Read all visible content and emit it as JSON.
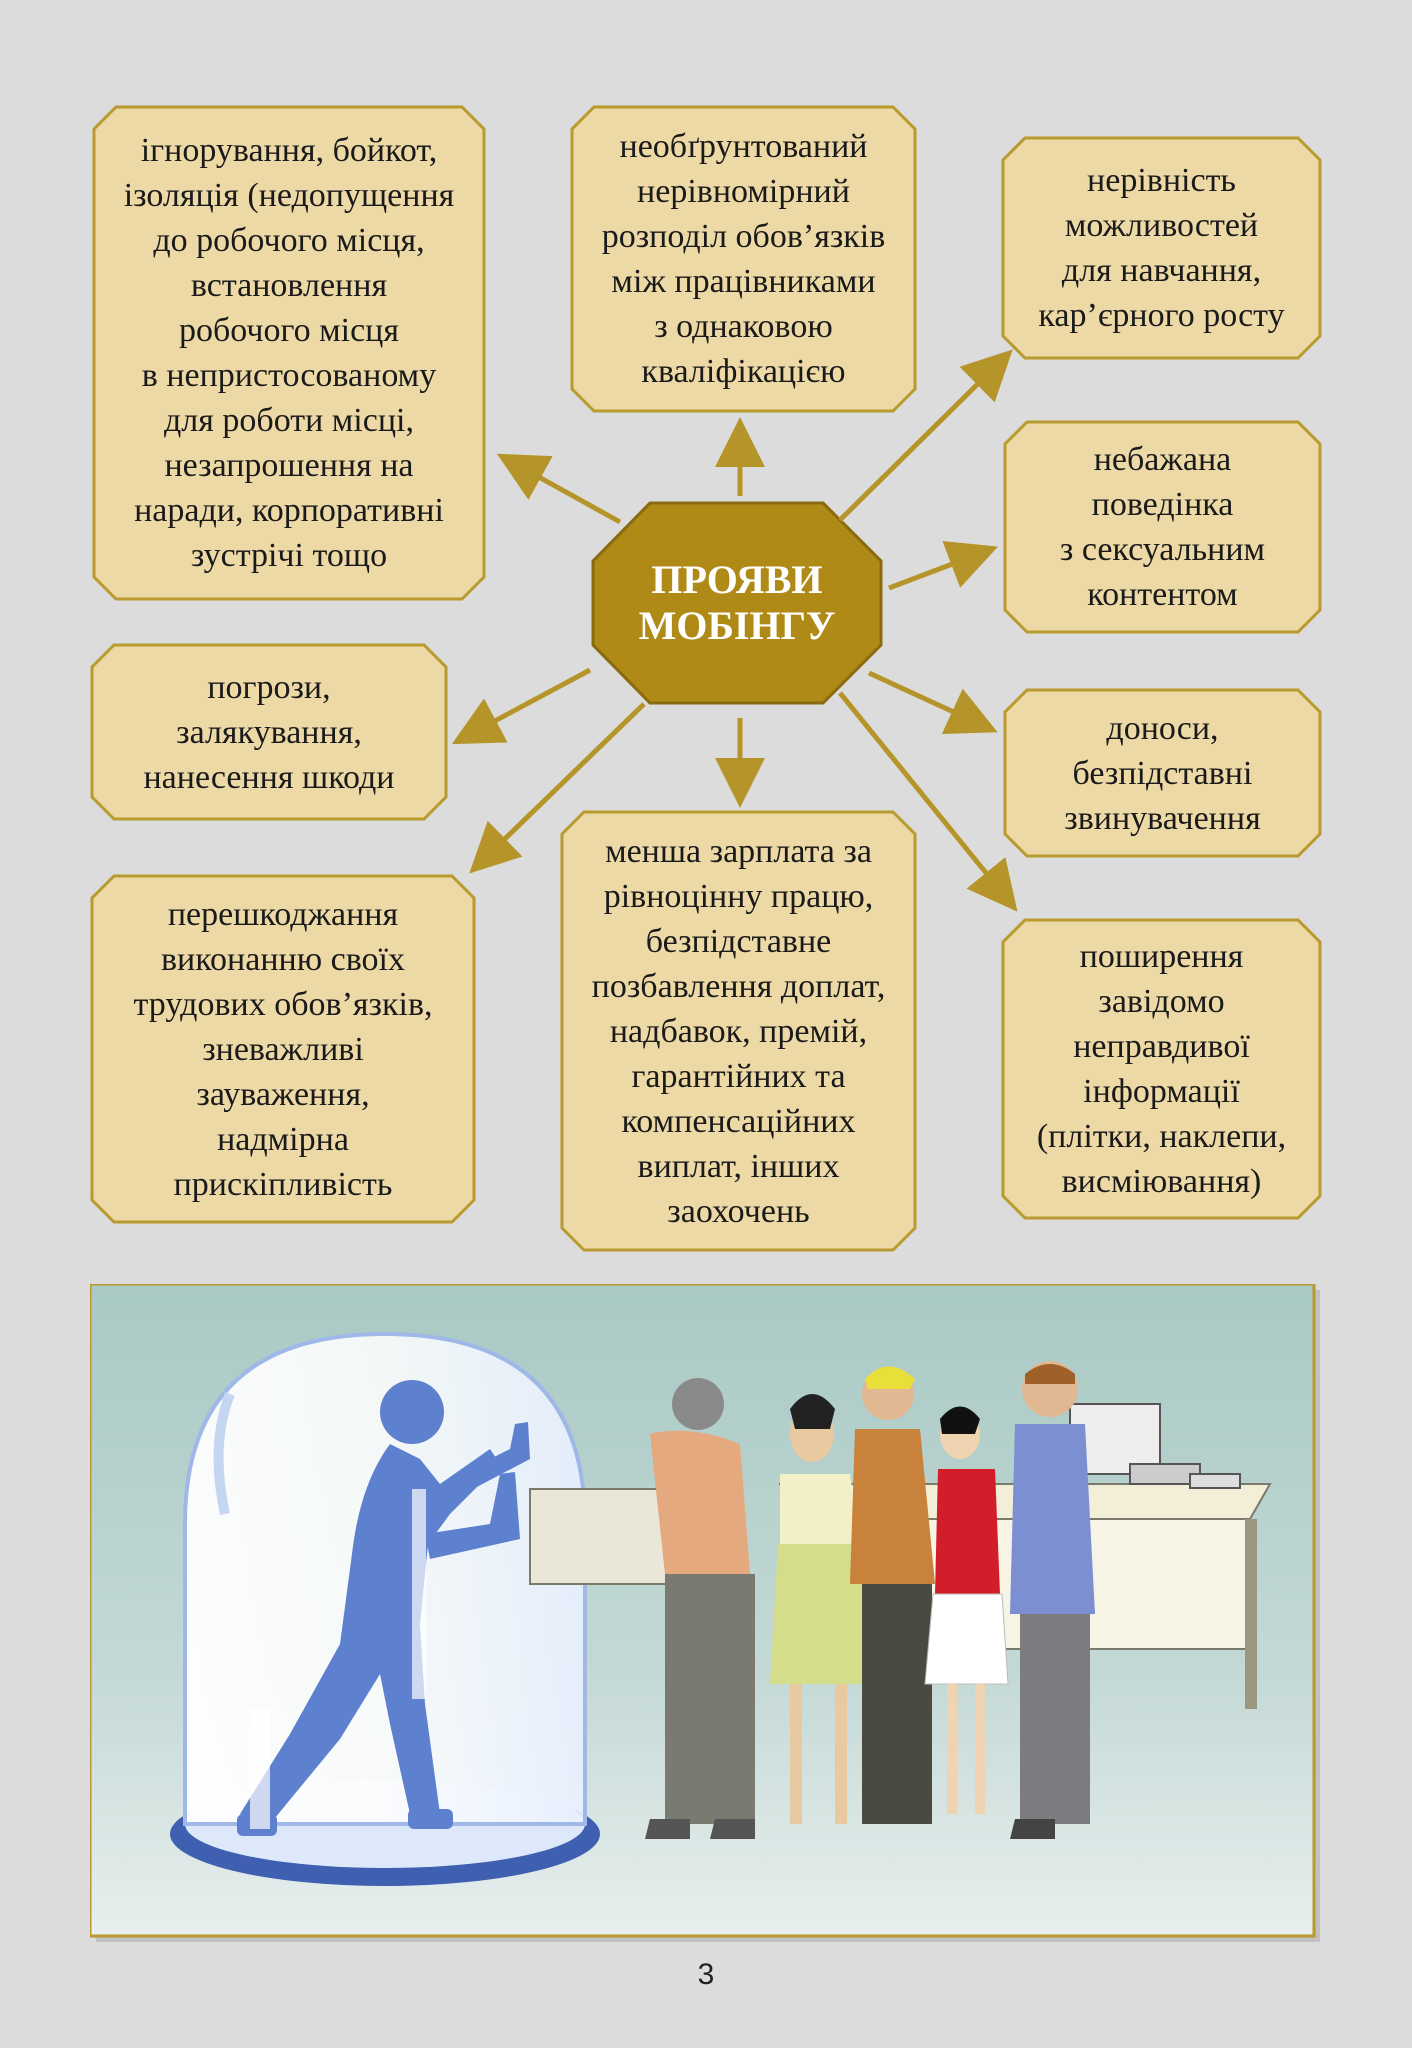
{
  "center": {
    "label": "ПРОЯВИ\nМОБІНГУ"
  },
  "boxes": [
    {
      "text": "ігнорування, бойкот,\nізоляція (недопущення\nдо робочого місця,\nвстановлення\nробочого місця\nв непристосованому\nдля роботи місці,\nнезапрошення на\nнаради, корпоративні\nзустрічі тощо"
    },
    {
      "text": "необґрунтований\nнерівномірний\nрозподіл обов’язків\nміж працівниками\nз однаковою\nкваліфікацією"
    },
    {
      "text": "нерівність\nможливостей\nдля навчання,\nкар’єрного росту"
    },
    {
      "text": "небажана\nповедінка\nз сексуальним\nконтентом"
    },
    {
      "text": "погрози,\nзалякування,\nнанесення шкоди"
    },
    {
      "text": "доноси,\nбезпідставні\nзвинувачення"
    },
    {
      "text": "перешкоджання\nвиконанню своїх\nтрудових обов’язків,\nзневажливі\nзауваження,\nнадмірна\nприскіпливість"
    },
    {
      "text": "менша зарплата за\nрівноцінну працю,\nбезпідставне\nпозбавлення доплат,\nнадбавок, премій,\nгарантійних та\nкомпенсаційних\nвиплат, інших\nзаохочень"
    },
    {
      "text": "поширення\nзавідомо\nнеправдивої\nінформації\n(плітки, наклепи,\nвисміювання)"
    }
  ],
  "page_number": "3",
  "colors": {
    "box_fill": "#ecd9a6",
    "box_border": "#b89a2e",
    "center_fill": "#b08a17",
    "arrow": "#b5952a",
    "background": "#dcdcdc"
  },
  "icons": [
    "isolated-person-under-glass-dome",
    "group-of-colleagues-talking"
  ]
}
